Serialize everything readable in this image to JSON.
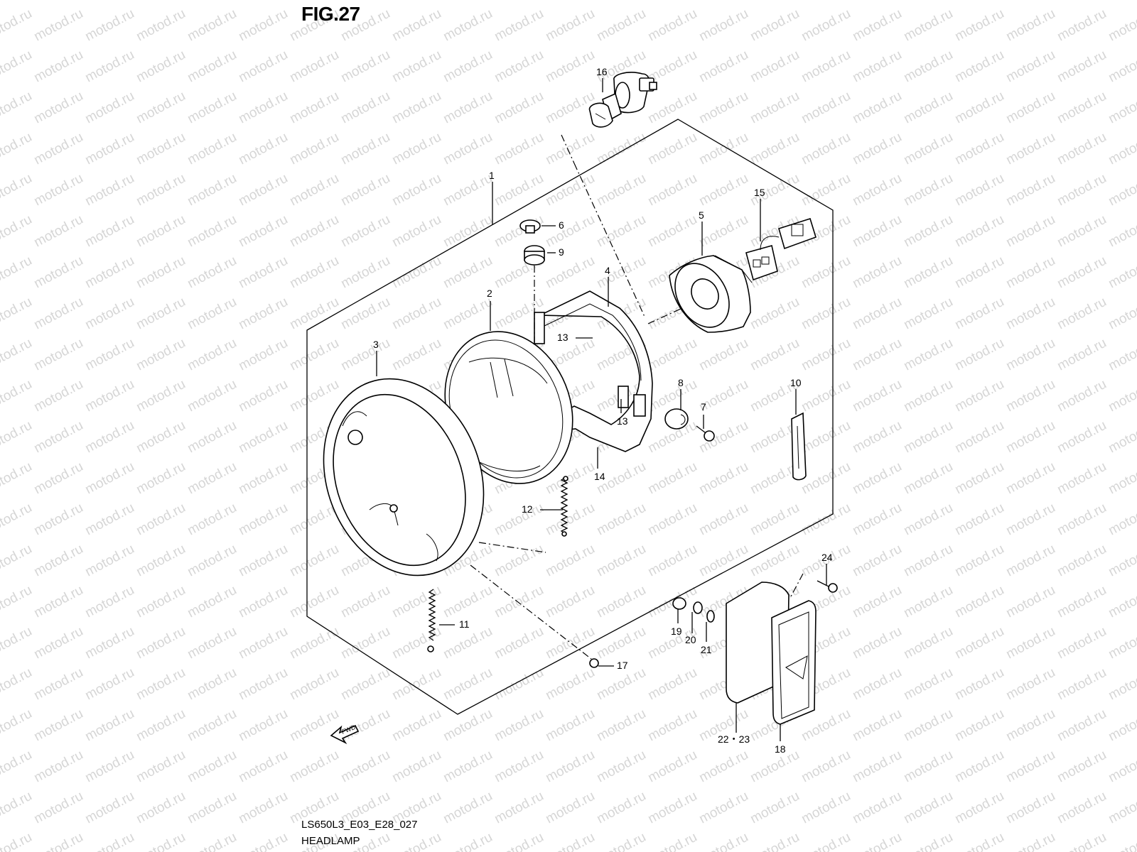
{
  "figure": {
    "title": "FIG.27",
    "drawing_code": "LS650L3_E03_E28_027",
    "name": "HEADLAMP",
    "watermark": "motod.ru",
    "fwd_label": "FWD"
  },
  "callouts": [
    {
      "key": "c1",
      "label": "1"
    },
    {
      "key": "c2",
      "label": "2"
    },
    {
      "key": "c3",
      "label": "3"
    },
    {
      "key": "c4",
      "label": "4"
    },
    {
      "key": "c5",
      "label": "5"
    },
    {
      "key": "c6",
      "label": "6"
    },
    {
      "key": "c7",
      "label": "7"
    },
    {
      "key": "c8",
      "label": "8"
    },
    {
      "key": "c9",
      "label": "9"
    },
    {
      "key": "c10",
      "label": "10"
    },
    {
      "key": "c11",
      "label": "11"
    },
    {
      "key": "c12",
      "label": "12"
    },
    {
      "key": "c13a",
      "label": "13"
    },
    {
      "key": "c13b",
      "label": "13"
    },
    {
      "key": "c14",
      "label": "14"
    },
    {
      "key": "c15",
      "label": "15"
    },
    {
      "key": "c16",
      "label": "16"
    },
    {
      "key": "c17",
      "label": "17"
    },
    {
      "key": "c18",
      "label": "18"
    },
    {
      "key": "c19",
      "label": "19"
    },
    {
      "key": "c20",
      "label": "20"
    },
    {
      "key": "c21",
      "label": "21"
    },
    {
      "key": "c22",
      "label": "22・23"
    },
    {
      "key": "c24",
      "label": "24"
    }
  ]
}
